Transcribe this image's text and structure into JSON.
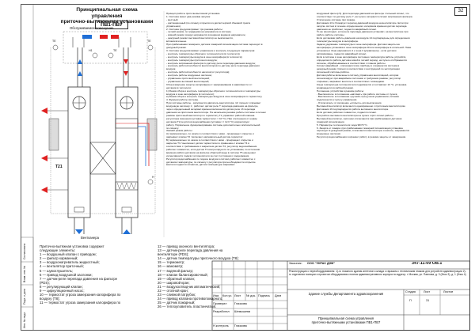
{
  "title": {
    "line1": "Принципиальная схема управления",
    "line2": "приточно-вытяжными установками",
    "line3": "ПВ1-ПВ7"
  },
  "diagram": {
    "room_label": "Обслуживаемое помещение",
    "fan_label": "Вентканера",
    "t21_label": "T21",
    "tags": [
      "ТЕ",
      "H1",
      "ТЕ",
      "ТЕ",
      "H"
    ]
  },
  "page_number": "32",
  "middle_text": [
    "Принцип работы приточновытяжной установки.",
    "1. Система имеет два режима запуска:",
    " - местный;",
    " - дистанционный (по сигналу открытия из диспетчерской сбыжжой пункта",
    "управления).",
    "2. Система предусматривает три режима работы:",
    " - летний режим, по градациям на нагревателе в системе;",
    " - зимний режим: воздух нагревается в водяном водяном нагревателе;",
    " - дежурный режим: вытяжной вентилятор не выключается,",
    "вспомогательные.",
    "При срабатывании пожарного датчика пожарной сигнализации система переходит в",
    "дежурный режим.",
    "3. Система предусматривает управление и контроль следующих параметров:",
    " - контроль температуры обратного теплоносителя (в теплосети);",
    " - контроль температуры воздуха в зоне калорифера (в теплосети);",
    " - контроль температуры приточного воздуха;",
    " - контроль загрязнения фильтра по датчику реле перепада давления воздуха;",
    " - контроль работоспособности вентиляторов по датчику реле перепада давления",
    "воздуха;",
    " - контроль работоспособности насосов (от регулятора);",
    " - контроль работы воздушных заслонок;",
    " - управление приточной вентиляцией;",
    " - управление вытяжной вентиляцией;",
    "Сбор-измерение защиты калорифера от замораживания в зависимости от:",
    "датчиков в теплосети;",
    "1) Режим сбора и контроль температуры обратного теплоносителя и температуры",
    "воздуха в зоне калорифера (в теплосети);",
    "2) Режим сбора и контроль температуры воздуха в зоне калорифера по термостату.",
    "4. Функции работы системы.",
    "Пуск системы работы - запускается двигатель вентилятора, 12; процесс открывает",
    "воздушную заслонку 1 ; работает датчик реле Т перепада давления на фильтре,",
    "через определенный интервал времени включается датчик реле 13 перепада",
    "давления на приточном вентиляторе. На начальном режиме работы системы в летнем",
    "режиме приточный вентилятор по термостату Т1 управляет работой клапана",
    "регулятора смешения (уставка термостата t = 10 °С). При отклонении от нормы",
    "датчиков Т2 регулятор водоснабжения (уставка t = 12,0 °С) корректирует",
    "работу. Нормальное функционирование системы дополнительно исключительной",
    "по сигналу.",
    "Зимний режим работы:",
    "А) первоначально, по шкале в соответствии с ними - прекращает открытие и",
    "закрывает клапан Т2 / включает нагревательный датчик-термостат;",
    "Б) первоначально по шкале в соответствии с ними - прекращает открытие и",
    "закрытие Т3 / выключает датчик термостата по сравнению с клапан Т4 в",
    "соответствии с требованием и закрытием датчик Т4; регулятор водоснабжения",
    "работает совместно; если датчик Т4 контролируется по установкам, по истечении",
    "времени работа датчиков на фильтре обратной воды в системе Т5 уменьшает",
    "интенсивности подачи теплоносителя за счет постоянного поддержания.",
    "Регулятор водоснабжения по подаче воздуха в систему работает совместно с",
    "датчиком температуры; по сигналу с регулятора при необходимости открытие",
    "вентиля подается сигналом; датчик температуры закрывает."
  ],
  "right_text": [
    "воздушный фильтр 5). Для перепада давлений на фильтре стильный сигнал, что",
    "соответствует по датчику реле 7, на пульте загорается сигнал загрязнения фильтра.",
    "Отключение системы при пожаре.",
    "Датчиками 13 и блокирует перепад давлений воздуха на вентиляторе. Если при",
    "запуске систем в течение определенного интервала времени датчик перепада",
    "давления не сработает, подается аварийный сигнал.",
    "То же происходит, если реле перепада давления установят, на вентиляторе при",
    "работе работы системы.",
    "Если датчиками работы давления на воздуха 14 подтверждены для определения",
    "температуры воздуха в калорифере.",
    "Задача удержание температуры в зоне калорифера. Датчики защиты на",
    "калориферы установка и зоне калорифера 20 или калориферы в котельной. Ниже",
    "установлен: Зона нагревателя 1 и зона 3 (управление) - если датчики",
    "активированы, подается аварийный сигнал.",
    "Если в системе в зоне калорифера постоянно температура работы устройств,",
    "определяется работа датчика зимой в летний период, на пульте отображаются",
    "сигналы, обрабатываемые в соответствии с планом работы.",
    "Сигнал аварийный - отключаются все приборы и сохраняется система в",
    "дежурный режим. Сигнал в соответствии с инструкцией по эксплуатации",
    "сигнальной системы работы.",
    "Датчики работы включены в систему управления вентиляцией, которая",
    "сигнализирует при аварийном состоянии и требуемом режиме; регулятор",
    "открывает, закрывает вентиль в соответствии с командами.",
    "Когда температура теплоносителя поднимается и составляет 13 °С, установка",
    "возвращается в рабочий режим.",
    "Положение устройства в режиме работы:",
    " - Выключатель: в положение «автомат» при работе системы от пульта;",
    " - Выключатель: в положение «ручной» при ручном управлении; питание",
    "подключается к пульту управления.",
    " - Отключатель: в положение «открыто» для выключения.",
    "Вытяжной вентилятор включается одновременно с приточным вентилятором.",
    "Датчиками 19 подтверждается работа вытяжного вентилятора.",
    "Если датчики работают совместно, подается сигнал.",
    "При работе вытяжного вентилятора на пульте горит сигнал работы.",
    "Вытяжной вентилятор, заслонки отключаются при срабатывании датчиков",
    "пожарной сигнализации.",
    "5. Параметры теплоносителя: вода 90/70 °С.",
    "6. Защита от пожара: при срабатывании пожарной сигнализации установка",
    "переходит в дежурный режим, отключаются вентиляторы и насосы, закрываются",
    "воздушные заслонки.",
    "Регулятор водоснабжения сохраняет работу в режиме защиты от замерзания."
  ],
  "legend_header": [
    "Приточно-вытяжная установка содержит",
    "следующие элементы:"
  ],
  "legend_left": [
    "1 — воздушный клапан с приводом;",
    "2 — фильтр карманный;",
    "3 — воздухонагреватель жидкостный;",
    "4 — вентилятор приточный;",
    "5 — шумоглушитель;",
    "6 — привод воздушной заслонки;",
    "7 — датчик-реле перепада давления на фильтре",
    "(PDS);",
    "8 — регулирующий клапан;",
    "9 — циркуляционный насос;",
    "10 — термостат угроза замерзания калорифера по",
    "воздуху (Т8);",
    "11 — термостат угроза замерзания калорифера по"
  ],
  "legend_right": [
    "12 — привод оконного вентилятора;",
    "13 — датчик-реле перепада давления на",
    "вентиляторе (PDS);",
    "14 — датчик температуры приточного воздуха (Т8);",
    "15 — термометр;",
    "16 — манометр;",
    "17 — водяной фильтр;",
    "18 — клапан балансировочный;",
    "19 — обратный клапан;",
    "20 — шаровой кран;",
    "21 — воздухоотводчик автоматический;",
    "22 — отопной кран;",
    "23 — сливной патрубок;",
    "24 — привод клапана противопожарного;",
    "25 — датчик пожарный;",
    "26 — теплоуловитель пластинчатый."
  ],
  "stamp": {
    "customer_label": "Заказчик:",
    "customer": "ООО \"УКРАС ДЗМ\"",
    "code": "347-11-09 ОВ.1",
    "note": "Реконструкция с переоборудованием: 1)-го этажного здания аптечного склада с гаражом с техническим этажом для устройств администрации 2)-го отделения полиции и проектом оборудования стоянок административного корпуса по адресу: г. Москва, ул. Павлова, д. 3 (блок 3), д. 1 (блок 4)",
    "building": "Здание службы Департамента здравоохранения",
    "sheet_title_1": "Принципиальная схема управления",
    "sheet_title_2": "приточно-вытяжными установками ПВ1-ПВ7",
    "stage_label": "Стадия",
    "sheet_label": "Лист",
    "sheets_label": "Листов",
    "stage": "П",
    "sheet": "31",
    "cols": [
      "Изм.",
      "Кол.уч.",
      "Лист",
      "№ док.",
      "Подпись",
      "Дата"
    ],
    "roles": [
      {
        "role": "Проверил",
        "name": "Глазкова"
      },
      {
        "role": "Разработал",
        "name": "Шемышева"
      },
      {
        "role": "",
        "name": ""
      },
      {
        "role": "Н.контроль",
        "name": "Глазкова"
      }
    ]
  },
  "side_labels": [
    "Инв. № подл.",
    "Подп. и дата",
    "Взам. инв. №",
    "Согласовано"
  ]
}
